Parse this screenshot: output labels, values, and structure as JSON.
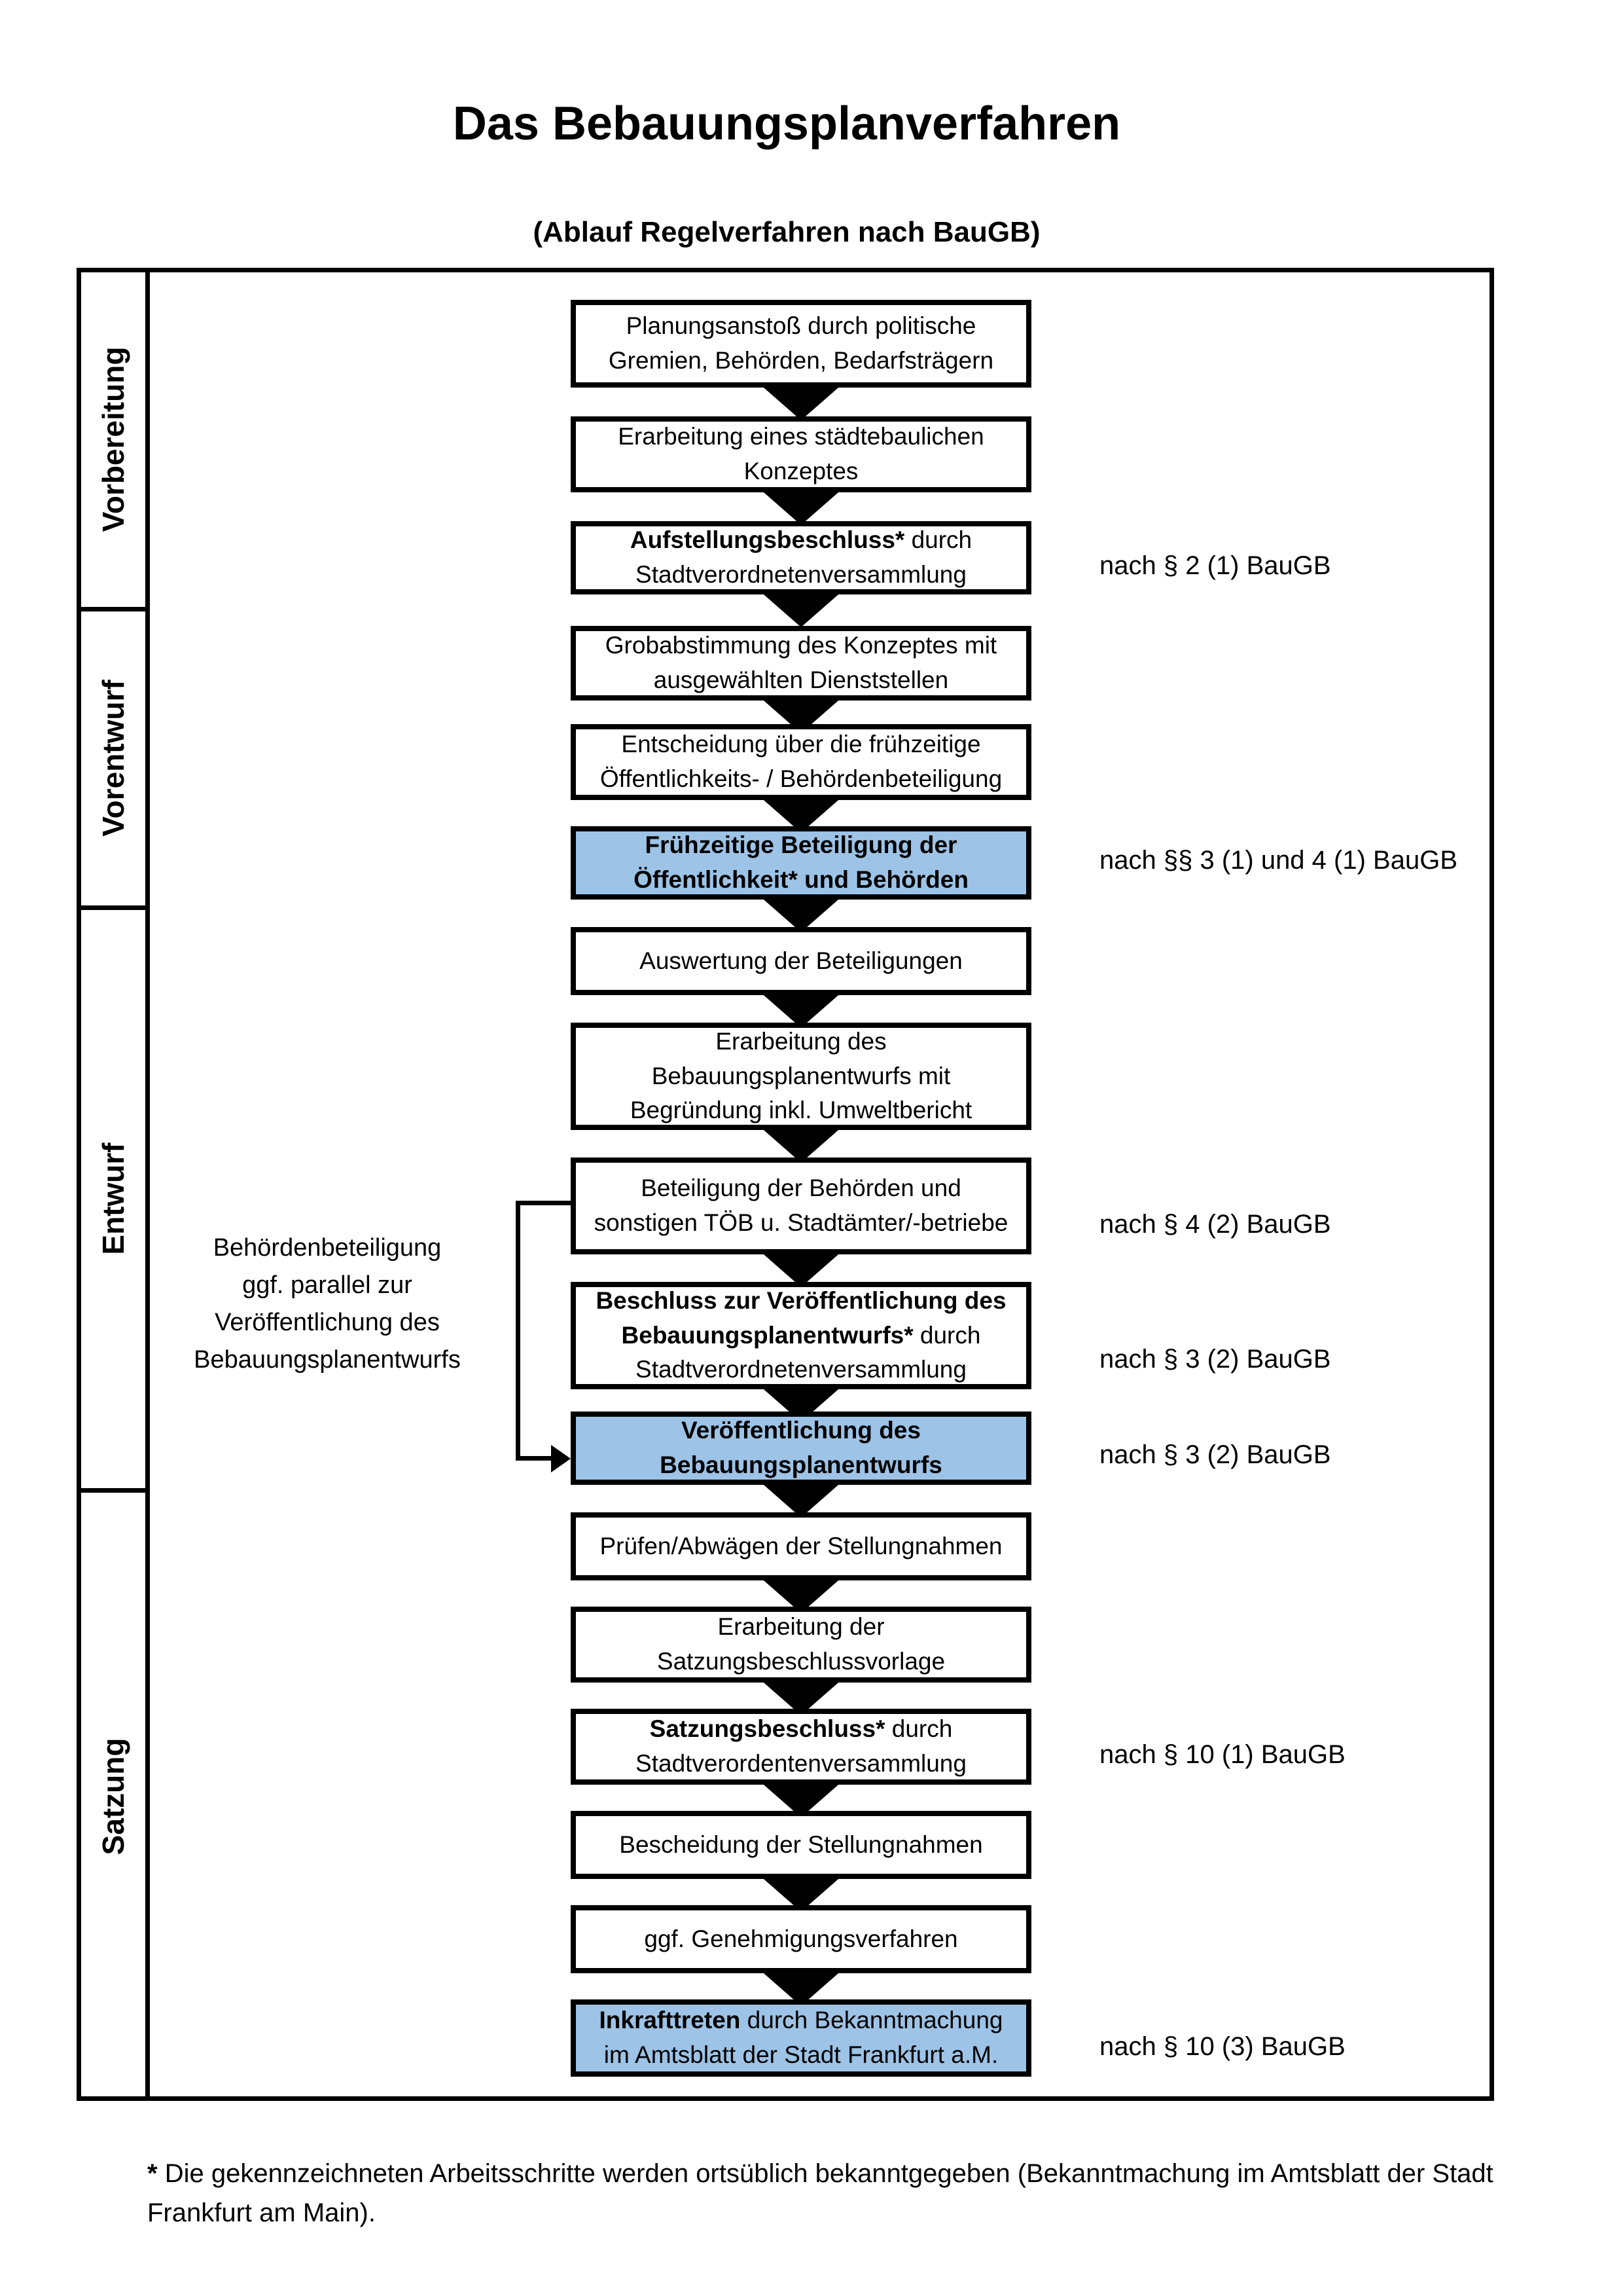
{
  "header": {
    "title": "Das Bebauungsplanverfahren",
    "subtitle": "(Ablauf Regelverfahren nach BauGB)"
  },
  "sections": [
    {
      "label": "Vorbereitung"
    },
    {
      "label": "Vorentwurf"
    },
    {
      "label": "Entwurf"
    },
    {
      "label": "Satzung"
    }
  ],
  "steps": [
    {
      "bold": "",
      "text": "Planungsanstoß durch politische\nGremien, Behörden, Bedarfsträgern",
      "highlight": false
    },
    {
      "bold": "",
      "text": "Erarbeitung eines städtebaulichen\nKonzeptes",
      "highlight": false
    },
    {
      "bold": "Aufstellungsbeschluss*",
      "text": " durch\nStadtverordnetenversammlung",
      "highlight": false
    },
    {
      "bold": "",
      "text": "Grobabstimmung des Konzeptes mit\nausgewählten Dienststellen",
      "highlight": false
    },
    {
      "bold": "",
      "text": "Entscheidung über die frühzeitige\nÖffentlichkeits- / Behördenbeteiligung",
      "highlight": false
    },
    {
      "bold": "Frühzeitige Beteiligung der\nÖffentlichkeit* und Behörden",
      "text": "",
      "highlight": true
    },
    {
      "bold": "",
      "text": "Auswertung der Beteiligungen",
      "highlight": false
    },
    {
      "bold": "",
      "text": "Erarbeitung des\nBebauungsplanentwurfs mit\nBegründung inkl. Umweltbericht",
      "highlight": false
    },
    {
      "bold": "",
      "text": "Beteiligung der Behörden und\nsonstigen TÖB u. Stadtämter/-betriebe",
      "highlight": false
    },
    {
      "bold": "Beschluss zur Veröffentlichung des\nBebauungsplanentwurfs*",
      "text": " durch\nStadtverordnetenversammlung",
      "highlight": false
    },
    {
      "bold": "Veröffentlichung des\nBebauungsplanentwurfs",
      "text": "",
      "highlight": true
    },
    {
      "bold": "",
      "text": "Prüfen/Abwägen der Stellungnahmen",
      "highlight": false
    },
    {
      "bold": "",
      "text": "Erarbeitung der\nSatzungsbeschlussvorlage",
      "highlight": false
    },
    {
      "bold": "Satzungsbeschluss*",
      "text": " durch\nStadtverordentenversammlung",
      "highlight": false
    },
    {
      "bold": "",
      "text": "Bescheidung der Stellungnahmen",
      "highlight": false
    },
    {
      "bold": "",
      "text": "ggf. Genehmigungsverfahren",
      "highlight": false
    },
    {
      "bold": "Inkrafttreten",
      "text": " durch Bekanntmachung\nim Amtsblatt der Stadt Frankfurt a.M.",
      "highlight": true
    }
  ],
  "notes": [
    {
      "text": "nach § 2 (1) BauGB"
    },
    {
      "text": "nach §§ 3 (1) und 4 (1) BauGB"
    },
    {
      "text": "nach § 4 (2) BauGB"
    },
    {
      "text": "nach § 3 (2) BauGB"
    },
    {
      "text": "nach § 3 (2) BauGB"
    },
    {
      "text": "nach § 10 (1) BauGB"
    },
    {
      "text": "nach § 10 (3) BauGB"
    }
  ],
  "side_note": {
    "text": "Behördenbeteiligung\nggf. parallel zur\nVeröffentlichung des\nBebauungsplanentwurfs"
  },
  "footnote": {
    "marker": "*",
    "text": " Die gekennzeichneten Arbeitsschritte werden ortsüblich bekanntgegeben (Bekanntmachung im Amtsblatt  der Stadt Frankfurt am Main)."
  },
  "colors": {
    "highlight_blue": "#9dc3e6",
    "section_backgrounds": [
      "#f1f1f1",
      "#e4e4e4",
      "#d4d4d4",
      "#bdbdbd"
    ]
  }
}
